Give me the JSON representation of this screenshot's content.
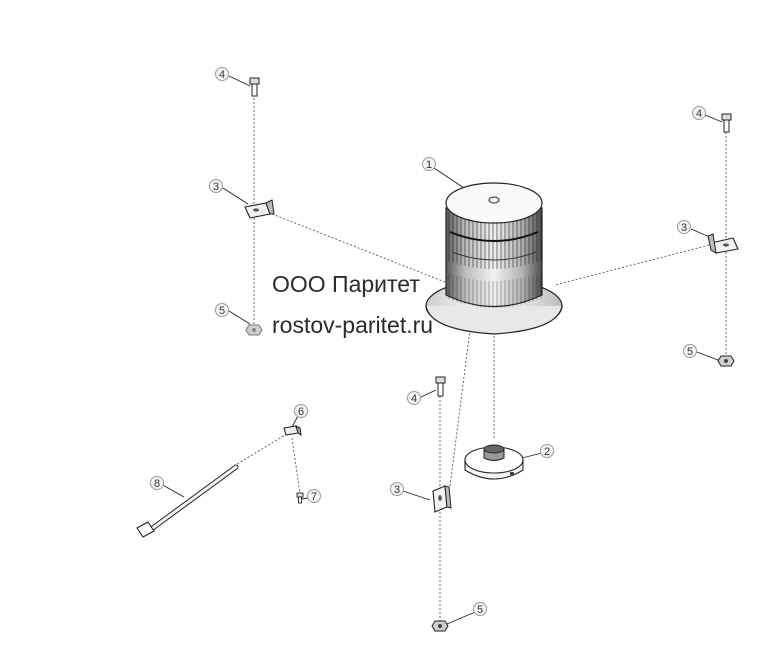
{
  "diagram": {
    "watermark_company": "ООО Паритет",
    "watermark_site": "rostov-paritet.ru",
    "callouts": [
      {
        "id": "c1",
        "label": "1"
      },
      {
        "id": "c2",
        "label": "2"
      },
      {
        "id": "c3a",
        "label": "3"
      },
      {
        "id": "c3b",
        "label": "3"
      },
      {
        "id": "c3c",
        "label": "3"
      },
      {
        "id": "c4a",
        "label": "4"
      },
      {
        "id": "c4b",
        "label": "4"
      },
      {
        "id": "c4c",
        "label": "4"
      },
      {
        "id": "c5a",
        "label": "5"
      },
      {
        "id": "c5b",
        "label": "5"
      },
      {
        "id": "c5c",
        "label": "5"
      },
      {
        "id": "c6",
        "label": "6"
      },
      {
        "id": "c7",
        "label": "7"
      },
      {
        "id": "c8",
        "label": "8"
      }
    ]
  }
}
